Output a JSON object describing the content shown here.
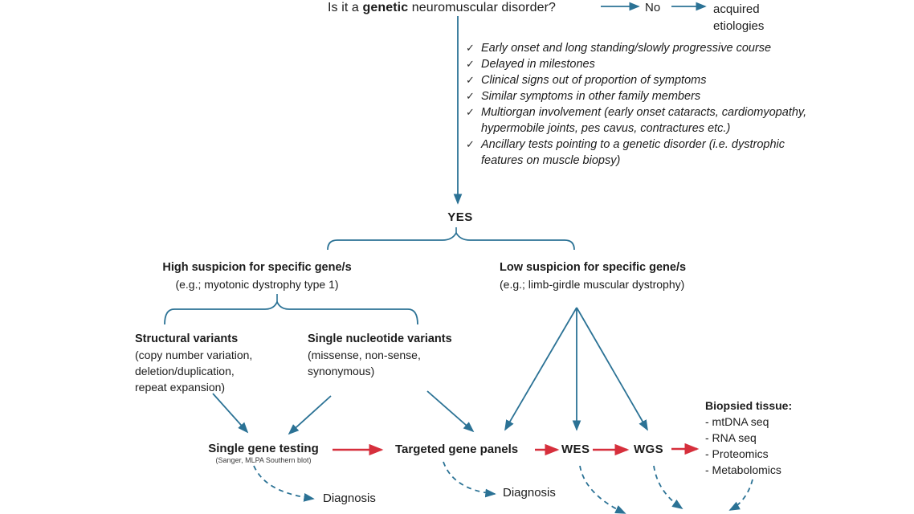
{
  "colors": {
    "arrow_teal": "#2b7295",
    "arrow_red": "#d62f3c",
    "text": "#1c1c1c"
  },
  "question": {
    "prefix": "Is it a ",
    "emphasis": "genetic",
    "suffix": " neuromuscular disorder?"
  },
  "no_branch": {
    "label": "No",
    "result_lines": [
      "acquired",
      "etiologies"
    ]
  },
  "criteria": {
    "check_glyph": "✓",
    "items": [
      "Early onset and long standing/slowly progressive course",
      "Delayed in milestones",
      "Clinical signs out of proportion of symptoms",
      "Similar symptoms in other family members",
      "Multiorgan involvement (early onset cataracts, cardiomyopathy,  hypermobile joints, pes cavus, contractures etc.)",
      "Ancillary tests pointing to a genetic disorder (i.e. dystrophic features on muscle biopsy)"
    ]
  },
  "yes_label": "YES",
  "branches": {
    "high": {
      "title": "High suspicion for specific gene/s",
      "subtitle": "(e.g.; myotonic dystrophy type 1)"
    },
    "low": {
      "title": "Low suspicion for specific gene/s",
      "subtitle": "(e.g.; limb-girdle muscular dystrophy)"
    }
  },
  "variants": {
    "structural": {
      "title": "Structural variants",
      "lines": [
        "(copy number variation,",
        "deletion/duplication,",
        "repeat expansion)"
      ]
    },
    "snv": {
      "title": "Single nucleotide variants",
      "lines": [
        "(missense, non-sense,",
        "synonymous)"
      ]
    }
  },
  "tests": {
    "single_gene": {
      "title": "Single gene testing",
      "subtitle": "(Sanger, MLPA Southern blot)"
    },
    "targeted_panels": "Targeted gene panels",
    "wes": "WES",
    "wgs": "WGS",
    "biopsied": {
      "title": "Biopsied tissue:",
      "items": [
        "- mtDNA seq",
        "- RNA seq",
        "- Proteomics",
        "- Metabolomics"
      ]
    }
  },
  "outcomes": {
    "diagnosis_left": "Diagnosis",
    "diagnosis_right": "Diagnosis"
  }
}
